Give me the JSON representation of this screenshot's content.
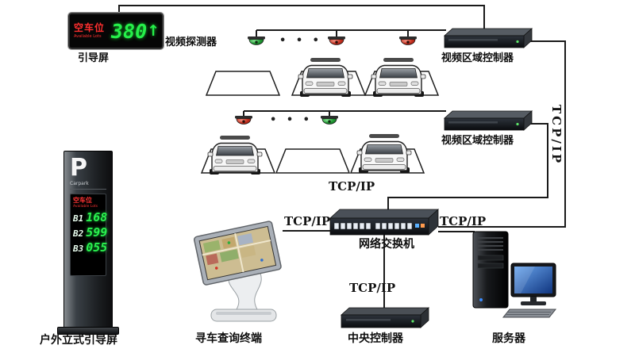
{
  "led_panel": {
    "title_cn": "空车位",
    "title_en": "Available Lots",
    "value": "380",
    "arrow": "↑"
  },
  "labels": {
    "guidance_screen": "引导屏",
    "video_detector": "视频探测器",
    "video_area_controller_1": "视频区域控制器",
    "video_area_controller_2": "视频区域控制器",
    "network_switch": "网络交换机",
    "kiosk_terminal": "寻车查询终端",
    "central_controller": "中央控制器",
    "server": "服务器",
    "outdoor_guidance_screen": "户外立式引导屏"
  },
  "tcpip": {
    "top_right_vertical": "TCP/IP",
    "center": "TCP/IP",
    "kiosk_link": "TCP/IP",
    "server_link": "TCP/IP",
    "controller_link": "TCP/IP"
  },
  "detector_dots_row1": "• • •",
  "detector_dots_row2": "• • •",
  "pillar_display": {
    "letter": "P",
    "brand": "Carpark",
    "title_cn": "空车位",
    "title_en": "Available Lots",
    "rows": [
      {
        "zone": "B1",
        "count": "168"
      },
      {
        "zone": "B2",
        "count": "599"
      },
      {
        "zone": "B3",
        "count": "055"
      }
    ]
  },
  "colors": {
    "led_green": "#26f04a",
    "led_red": "#ff2f2f",
    "camera_green": "#2fae3e",
    "camera_red": "#d33226",
    "line": "#1a1a1a",
    "screen_blue": "#2f6fd0"
  }
}
